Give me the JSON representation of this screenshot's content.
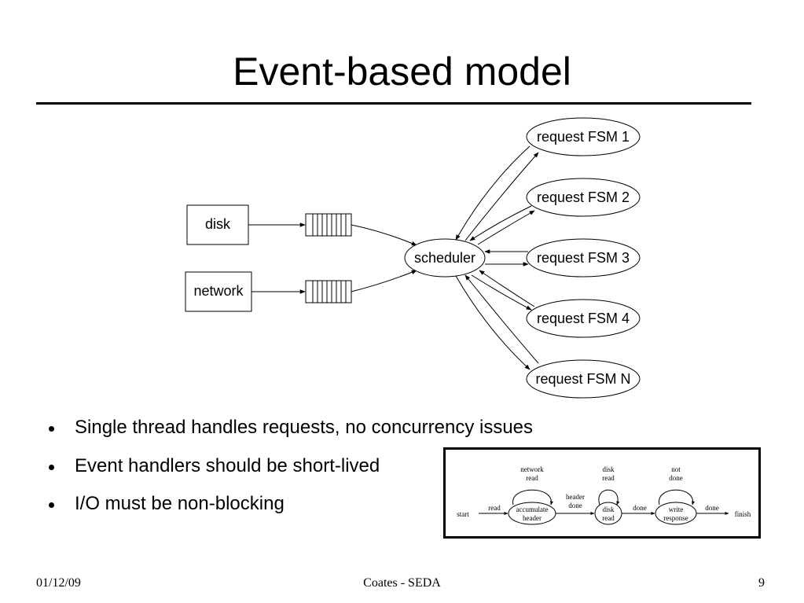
{
  "slide": {
    "title": "Event-based model",
    "bullets": [
      "Single thread handles requests, no concurrency issues",
      "Event handlers should be short-lived",
      "I/O must be non-blocking"
    ],
    "footer": {
      "date": "01/12/09",
      "center": "Coates - SEDA",
      "page": "9"
    }
  },
  "diagram": {
    "sources": [
      "disk",
      "network"
    ],
    "scheduler": "scheduler",
    "fsms": [
      "request FSM 1",
      "request FSM 2",
      "request FSM 3",
      "request FSM 4",
      "request FSM N"
    ]
  },
  "fsm_inset": {
    "states": [
      {
        "line1": "accumulate",
        "line2": "header"
      },
      {
        "line1": "disk",
        "line2": "read"
      },
      {
        "line1": "write",
        "line2": "response"
      }
    ],
    "loops": [
      {
        "line1": "network",
        "line2": "read"
      },
      {
        "line1": "disk",
        "line2": "read"
      },
      {
        "line1": "not",
        "line2": "done"
      }
    ],
    "start": "start",
    "finish": "finish",
    "transitions": {
      "read": "read",
      "header_done_1": "header",
      "header_done_2": "done",
      "done1": "done",
      "done2": "done"
    }
  }
}
